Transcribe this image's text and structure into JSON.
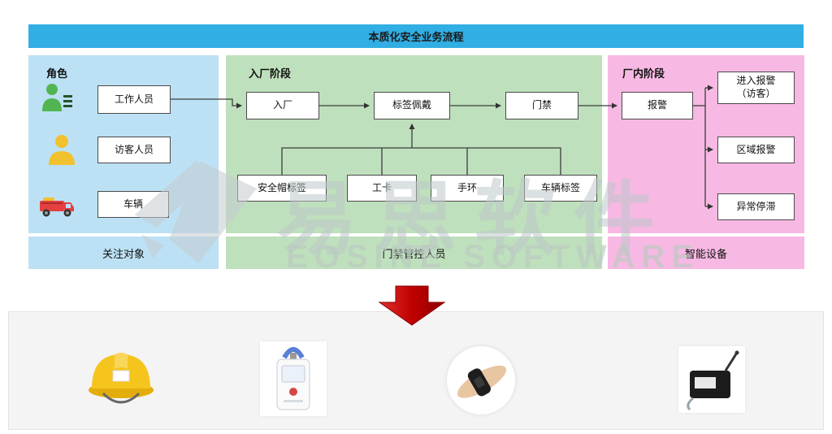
{
  "header": {
    "title": "本质化安全业务流程"
  },
  "watermark": {
    "cn": "易思软件",
    "en": "EOSINE SOFTWARE"
  },
  "roles": {
    "title": "角色",
    "items": [
      {
        "label": "工作人员",
        "icon": "worker-icon"
      },
      {
        "label": "访客人员",
        "icon": "visitor-icon"
      },
      {
        "label": "车辆",
        "icon": "vehicle-icon"
      }
    ],
    "footer": "关注对象"
  },
  "entry": {
    "title": "入厂阶段",
    "steps": [
      {
        "label": "入厂"
      },
      {
        "label": "标签佩戴"
      },
      {
        "label": "门禁"
      }
    ],
    "tags": [
      {
        "label": "安全帽标签"
      },
      {
        "label": "工卡"
      },
      {
        "label": "手环"
      },
      {
        "label": "车辆标签"
      }
    ],
    "footer": "门禁管控人员"
  },
  "factory": {
    "title": "厂内阶段",
    "alarm": "报警",
    "branches": [
      {
        "label": "进入报警\n（访客）"
      },
      {
        "label": "区域报警"
      },
      {
        "label": "异常停滞"
      }
    ],
    "footer": "智能设备"
  },
  "products": [
    {
      "name": "safety-helmet"
    },
    {
      "name": "badge-tag"
    },
    {
      "name": "wristband-tag"
    },
    {
      "name": "reader-device"
    }
  ],
  "colors": {
    "header": "#31AEE3",
    "roles_panel": "#BDE1F4",
    "entry_panel": "#BFE0BC",
    "factory_panel": "#F7B9E3",
    "arrow": "#CC0000"
  }
}
